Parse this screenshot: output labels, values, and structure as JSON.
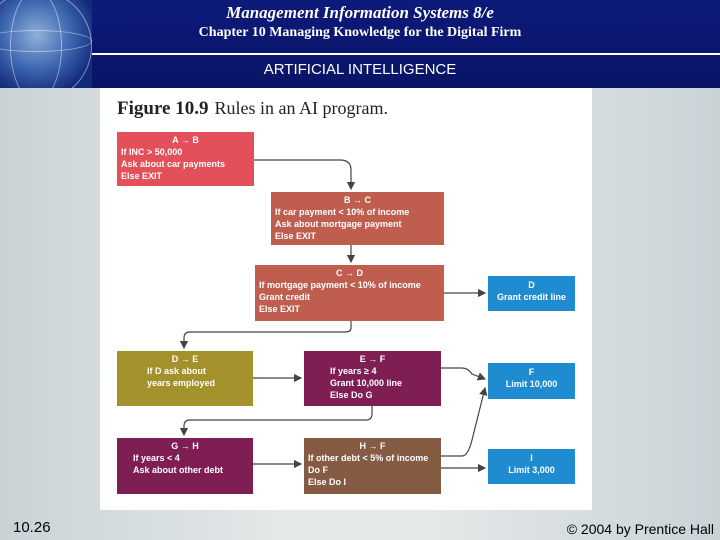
{
  "header": {
    "title": "Management Information Systems 8/e",
    "subtitle": "Chapter 10 Managing Knowledge for the Digital Firm",
    "section": "ARTIFICIAL INTELLIGENCE"
  },
  "figure": {
    "label": "Figure 10.9",
    "caption": "Rules in an AI program.",
    "boxes": {
      "ab": {
        "head": "A → B",
        "lines": [
          "If INC > 50,000",
          "Ask about car payments",
          "Else EXIT"
        ]
      },
      "bc": {
        "head": "B → C",
        "lines": [
          "If car payment < 10% of income",
          "Ask about mortgage payment",
          "Else EXIT"
        ]
      },
      "cd": {
        "head": "C → D",
        "lines": [
          "If mortgage payment < 10% of income",
          "Grant credit",
          "Else EXIT"
        ]
      },
      "d": {
        "head": "D",
        "lines": [
          "Grant credit line"
        ]
      },
      "de": {
        "head": "D → E",
        "lines": [
          "If D ask about",
          "years employed"
        ]
      },
      "ef": {
        "head": "E → F",
        "lines": [
          "If years ≥ 4",
          "Grant 10,000 line",
          "Else Do G"
        ]
      },
      "f": {
        "head": "F",
        "lines": [
          "Limit 10,000"
        ]
      },
      "gh": {
        "head": "G → H",
        "lines": [
          "If years < 4",
          "Ask about other debt"
        ]
      },
      "hf": {
        "head": "H → F",
        "lines": [
          "If other debt < 5% of income",
          "Do F",
          "Else Do I"
        ]
      },
      "i": {
        "head": "I",
        "lines": [
          "Limit 3,000"
        ]
      }
    }
  },
  "footer": {
    "slide_number": "10.26",
    "copyright": "© 2004 by Prentice Hall"
  }
}
